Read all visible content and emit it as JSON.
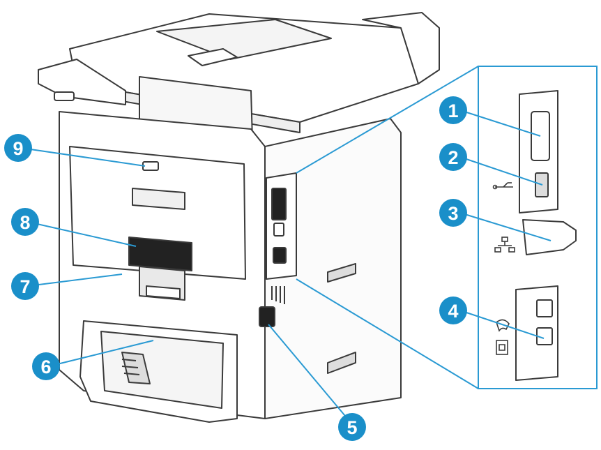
{
  "colors": {
    "callout": "#1a8fc9",
    "line": "#2a9ad3",
    "outline": "#3a3a3a",
    "body": "#ffffff",
    "shade": "#e9e9e9",
    "dark": "#222222"
  },
  "callouts": [
    {
      "number": "1",
      "part": "fax-port-cover"
    },
    {
      "number": "2",
      "part": "usb-port"
    },
    {
      "number": "3",
      "part": "ethernet-port"
    },
    {
      "number": "4",
      "part": "fax-line-ports"
    },
    {
      "number": "5",
      "part": "power-connection"
    },
    {
      "number": "6",
      "part": "paper-tray"
    },
    {
      "number": "7",
      "part": "duplexer"
    },
    {
      "number": "8",
      "part": "serial-label"
    },
    {
      "number": "9",
      "part": "rear-door-latch"
    }
  ],
  "icons": [
    "usb-icon",
    "network-icon",
    "fax-line-icon",
    "telephone-icon"
  ]
}
